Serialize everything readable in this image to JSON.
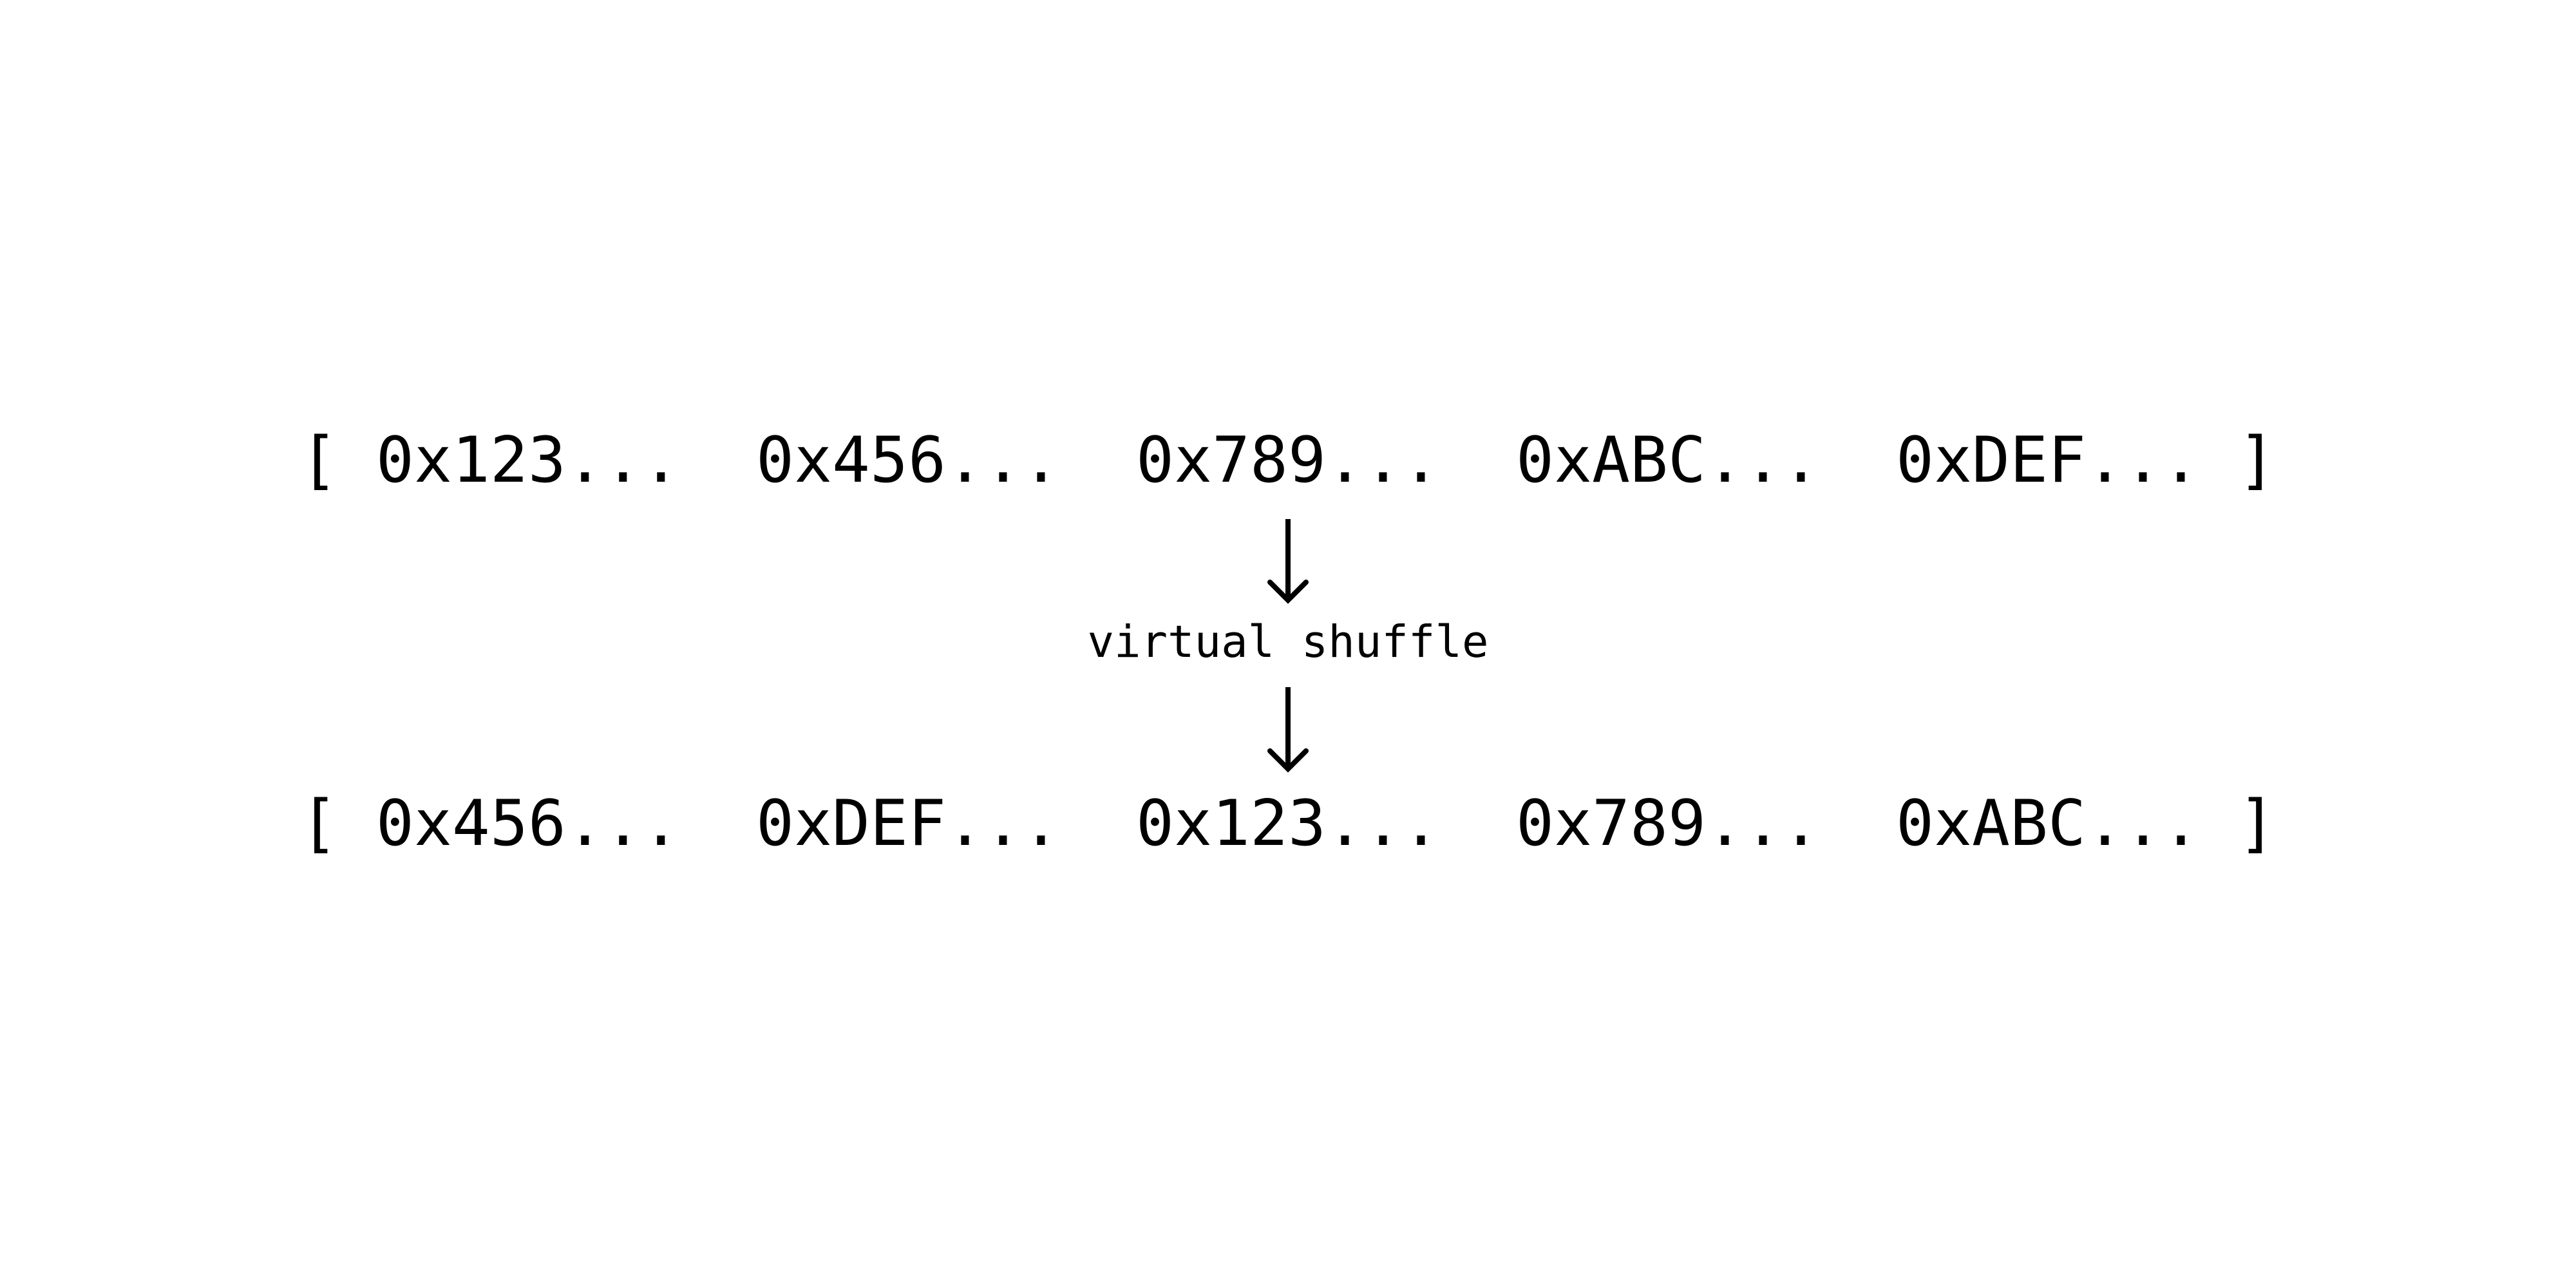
{
  "diagram": {
    "before": {
      "open_bracket": "[",
      "close_bracket": "]",
      "items": [
        "0x123...",
        "0x456...",
        "0x789...",
        "0xABC...",
        "0xDEF..."
      ]
    },
    "operation": {
      "label": "virtual shuffle",
      "arrow_icon": "down-arrow-icon"
    },
    "after": {
      "open_bracket": "[",
      "close_bracket": "]",
      "items": [
        "0x456...",
        "0xDEF...",
        "0x123...",
        "0x789...",
        "0xABC..."
      ]
    },
    "colors": {
      "background": "#ffffff",
      "foreground": "#000000"
    }
  }
}
